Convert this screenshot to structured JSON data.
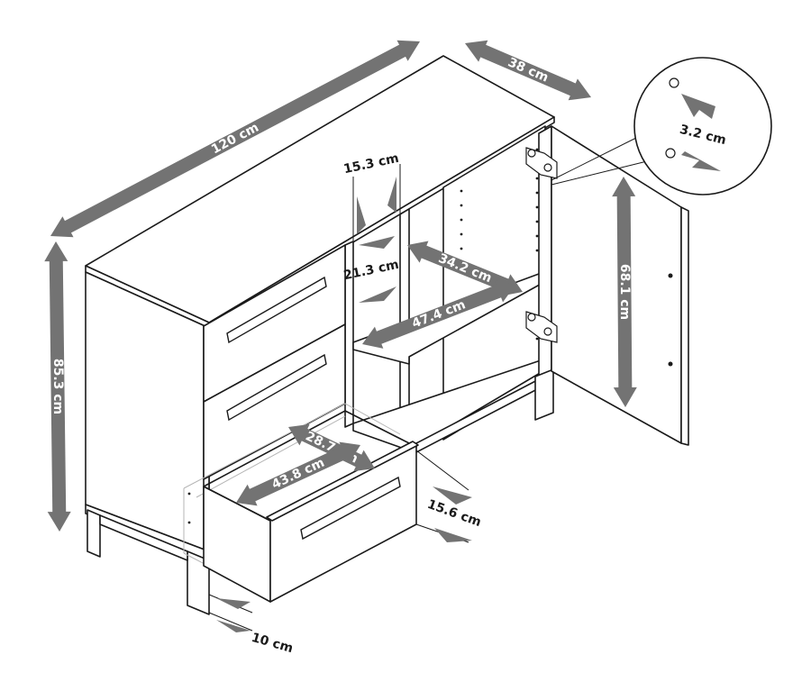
{
  "colors": {
    "arrow": "#737373",
    "line": "#1a1a1a",
    "label_on_arrow": "#ffffff",
    "label_plain": "#1a1a1a"
  },
  "dimensions": {
    "width": "120 cm",
    "depth": "38 cm",
    "height": "85.3 cm",
    "hole_spacing": "3.2 cm",
    "compartment_width": "15.3 cm",
    "compartment_height": "21.3 cm",
    "shelf_depth": "34.2 cm",
    "shelf_width": "47.4 cm",
    "door_height": "68.1 cm",
    "drawer_inner_depth": "28.7 cm",
    "drawer_inner_width": "43.8 cm",
    "drawer_height": "15.6 cm",
    "leg_height": "10 cm"
  }
}
